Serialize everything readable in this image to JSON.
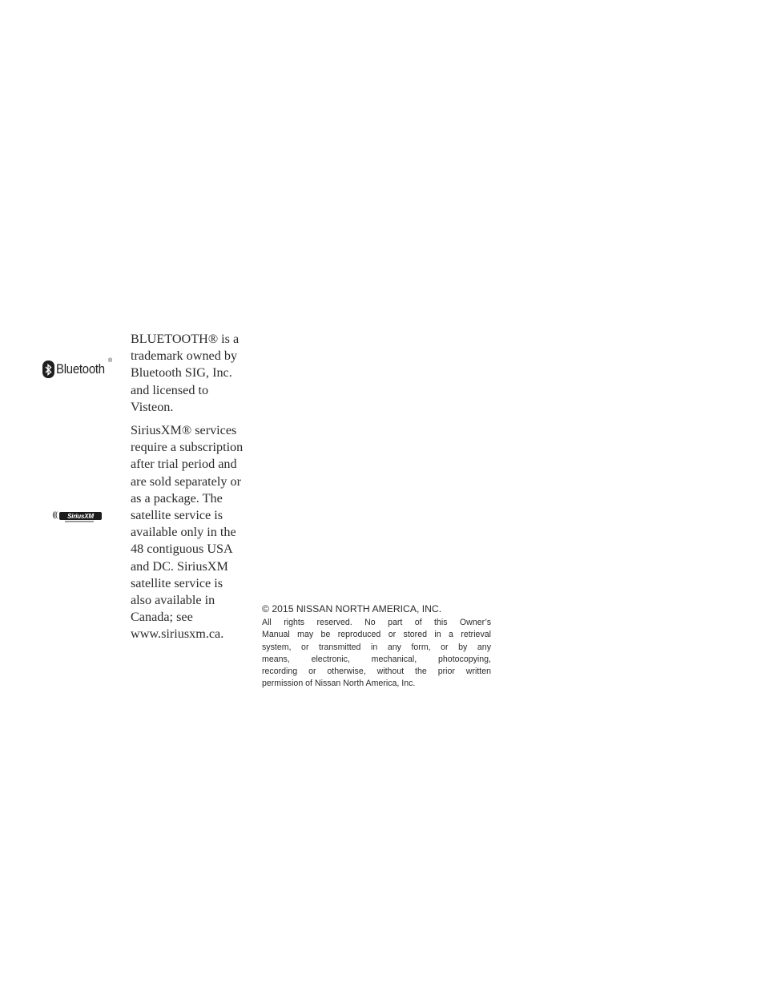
{
  "bluetooth": {
    "logo": {
      "icon": "bluetooth-rune-icon",
      "wordmark": "Bluetooth",
      "registered_mark": "®"
    },
    "lines": [
      "BLUETOOTH® is a",
      "trademark owned by",
      "Bluetooth SIG, Inc.",
      "and licensed to",
      "Visteon."
    ]
  },
  "siriusxm": {
    "logo": {
      "icon": "siriusxm-logo-icon",
      "wordmark": "SiriusXM"
    },
    "lines": [
      "SiriusXM® services",
      "require a subscription",
      "after trial period and",
      "are sold separately or",
      "as a package. The",
      "satellite service is",
      "available only in the",
      "48 contiguous USA",
      "and DC. SiriusXM",
      "satellite service is",
      "also available in",
      "Canada; see",
      "www.siriusxm.ca."
    ]
  },
  "copyright": {
    "heading": "© 2015 NISSAN NORTH AMERICA, INC.",
    "lines": [
      "All rights reserved. No part of this Owner’s",
      "Manual may be reproduced or stored in a retrieval",
      "system, or transmitted in any form, or by any",
      "means, electronic, mechanical, photocopying,",
      "recording or otherwise, without the prior written",
      "permission of Nissan North America, Inc."
    ]
  }
}
